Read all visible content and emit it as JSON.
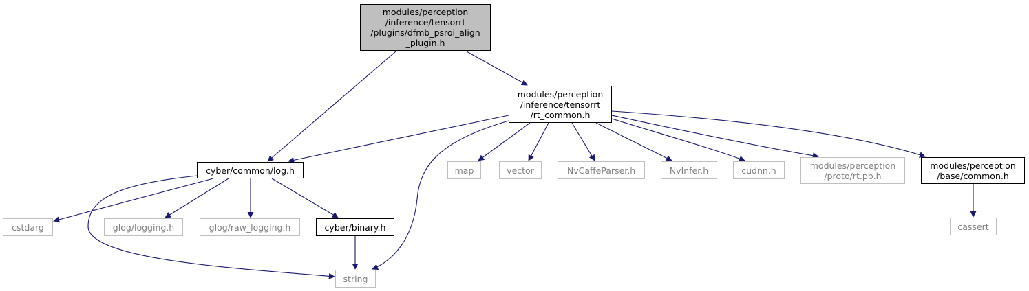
{
  "graph": {
    "edge_color": "#191970",
    "root_fill": "#bfbfbf",
    "missing_border": "#bfbfbf",
    "nodes": {
      "root": "modules/perception\n/inference/tensorrt\n/plugins/dfmb_psroi_align\n_plugin.h",
      "rt_common": "modules/perception\n/inference/tensorrt\n/rt_common.h",
      "log": "cyber/common/log.h",
      "cstdarg": "cstdarg",
      "glog_logging": "glog/logging.h",
      "glog_raw_logging": "glog/raw_logging.h",
      "binary": "cyber/binary.h",
      "string": "string",
      "map": "map",
      "vector": "vector",
      "nvcaffeparser": "NvCaffeParser.h",
      "nvinfer": "NvInfer.h",
      "cudnn": "cudnn.h",
      "rt_pb": "modules/perception\n/proto/rt.pb.h",
      "base_common": "modules/perception\n/base/common.h",
      "cassert": "cassert"
    }
  }
}
